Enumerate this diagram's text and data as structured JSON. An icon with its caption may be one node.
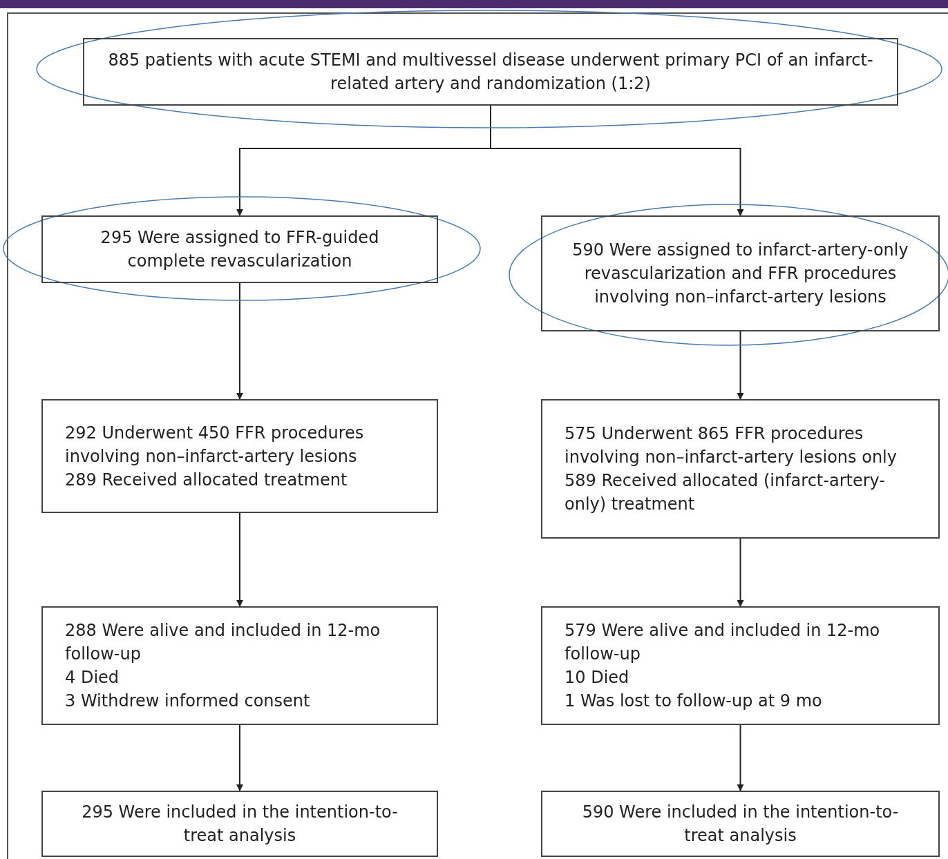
{
  "diagram": {
    "nodes": [
      {
        "text": [
          "885 patients with acute STEMI and multivessel disease underwent primary PCI of an infarct-related artery and randomization (1:2)"
        ]
      },
      {
        "text": [
          "295 Were assigned to FFR-guided complete revascularization"
        ]
      },
      {
        "text": [
          "590 Were assigned to infarct-artery-only revascularization and FFR procedures involving non–infarct-artery lesions"
        ]
      },
      {
        "text": [
          "292 Underwent 450 FFR procedures involving non–infarct-artery lesions",
          "289 Received allocated treatment"
        ]
      },
      {
        "text": [
          "575 Underwent 865 FFR procedures involving non–infarct-artery lesions only",
          "589 Received allocated (infarct-artery-only) treatment"
        ]
      },
      {
        "text": [
          "288 Were alive and included in 12-mo follow-up",
          "4 Died",
          "3 Withdrew informed consent"
        ]
      },
      {
        "text": [
          "579 Were alive and included in 12-mo follow-up",
          "10 Died",
          "1 Was lost to follow-up at 9 mo"
        ]
      },
      {
        "text": [
          "295 Were included in the intention-to-treat analysis"
        ]
      },
      {
        "text": [
          "590 Were included in the intention-to-treat analysis"
        ]
      }
    ],
    "edges": [
      {
        "from": 0,
        "to": 1,
        "arrow": "to"
      },
      {
        "from": 0,
        "to": 2,
        "arrow": "to"
      },
      {
        "from": 1,
        "to": 3,
        "arrow": "to"
      },
      {
        "from": 2,
        "to": 4,
        "arrow": "to"
      },
      {
        "from": 3,
        "to": 5,
        "arrow": "to"
      },
      {
        "from": 4,
        "to": 6,
        "arrow": "to"
      },
      {
        "from": 5,
        "to": 7,
        "arrow": "to"
      },
      {
        "from": 6,
        "to": 8,
        "arrow": "to"
      }
    ]
  }
}
